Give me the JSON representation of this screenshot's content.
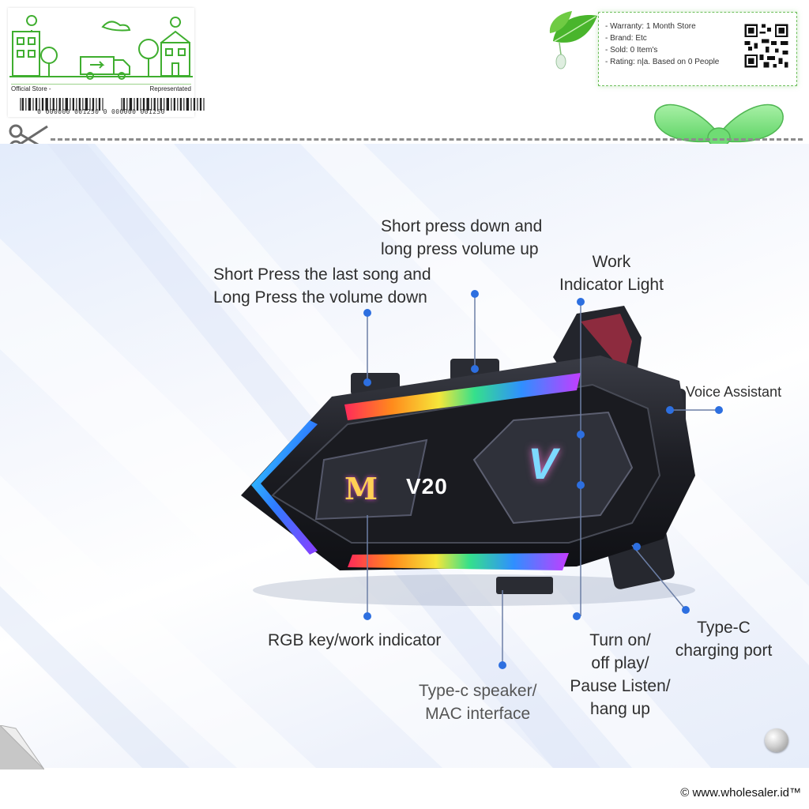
{
  "store_card": {
    "official_label": "Official Store -",
    "represented_label": "Representated",
    "barcode_number": "0 000000 001250 0 000000 001250"
  },
  "info_tag": {
    "warranty": "- Warranty: 1 Month Store",
    "brand": "- Brand: Etc",
    "sold": "- Sold: 0 Item's",
    "rating": "- Rating: n|a. Based on 0 People"
  },
  "product": {
    "logo_letter": "M",
    "model": "V20",
    "brand_mark": "V"
  },
  "callouts": {
    "last_song_line1": "Short Press the last song and",
    "last_song_line2": "Long Press the volume down",
    "volume_up_line1": "Short press down and",
    "volume_up_line2": "long press volume up",
    "work_light_line1": "Work",
    "work_light_line2": "Indicator Light",
    "voice_assistant": "Voice Assistant",
    "rgb_key": "RGB key/work indicator",
    "speaker_line1": "Type-c speaker/",
    "speaker_line2": "MAC interface",
    "turn_on_line1": "Turn on/",
    "turn_on_line2": "off play/",
    "turn_on_line3": "Pause Listen/",
    "turn_on_line4": "hang up",
    "charging_line1": "Type-C",
    "charging_line2": "charging port"
  },
  "footer": {
    "copyright": "© www.wholesaler.id™"
  },
  "colors": {
    "accent_green": "#5cbf4a",
    "callout_dot": "#2d6fe0",
    "device_body": "#1b1c22"
  }
}
